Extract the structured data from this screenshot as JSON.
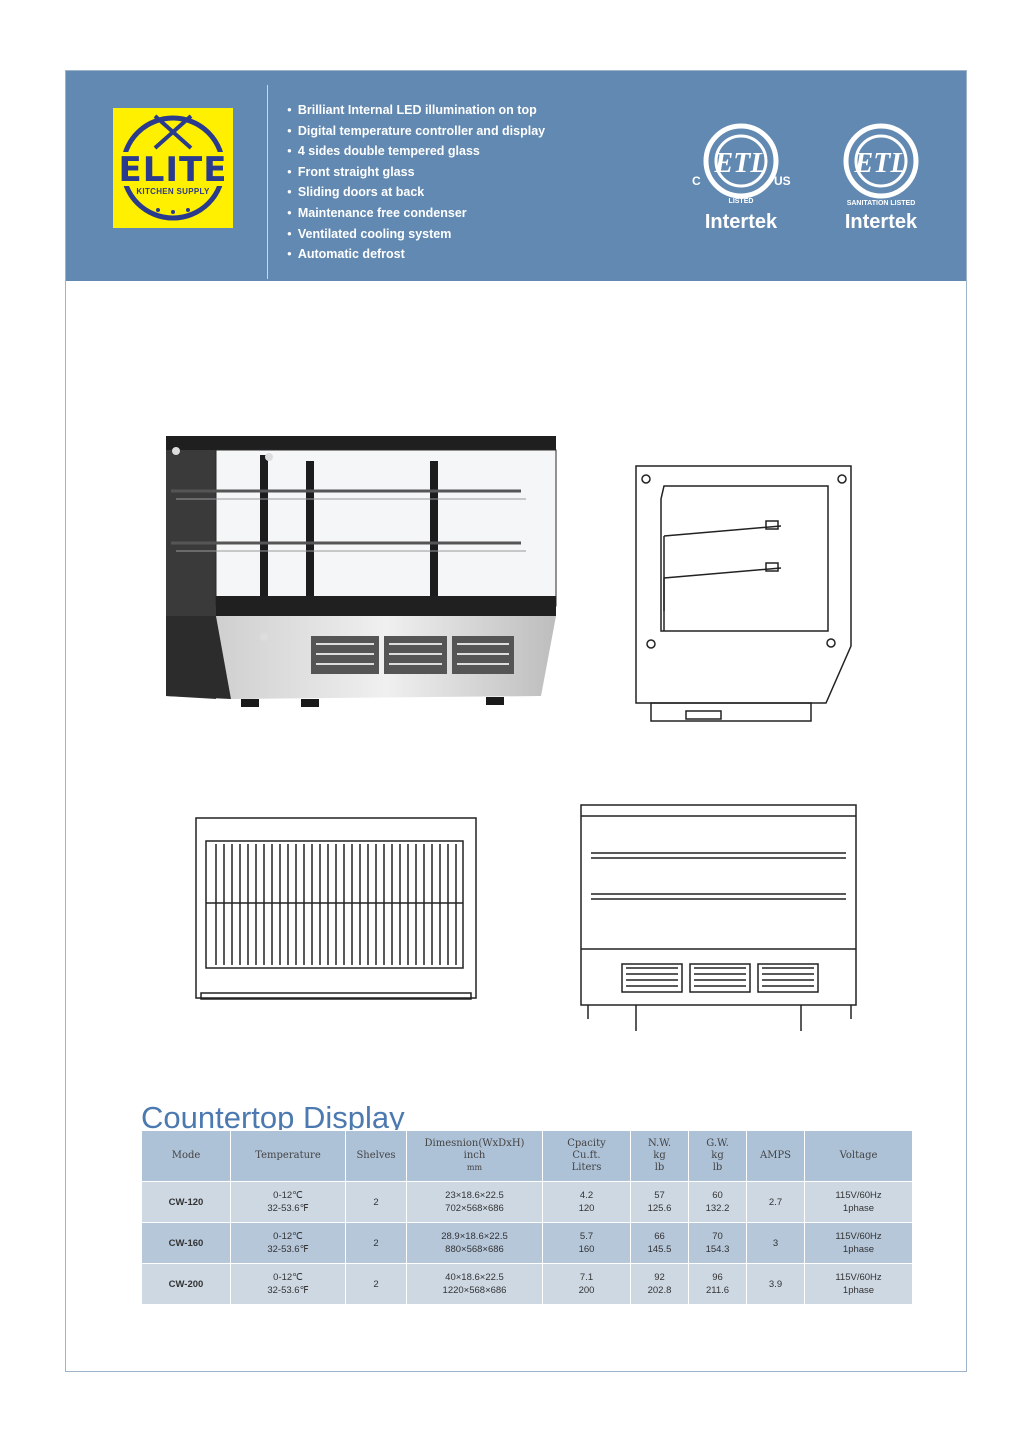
{
  "brand": {
    "name": "ELITE",
    "tagline": "KITCHEN SUPPLY",
    "colors": {
      "logo_bg": "#fff000",
      "logo_ink": "#2a3a8c",
      "banner": "#6289b1"
    }
  },
  "features": [
    "Brilliant Internal LED illumination on top",
    "Digital temperature controller and display",
    "4 sides double tempered glass",
    "Front straight glass",
    "Sliding doors at back",
    "Maintenance free condenser",
    "Ventilated cooling system",
    "Automatic defrost"
  ],
  "certifications": [
    {
      "mark": "ETL",
      "left": "C",
      "right": "US",
      "ring": "LISTED",
      "brand": "Intertek",
      "icon": "etl-listed-icon"
    },
    {
      "mark": "ETL",
      "ring": "SANITATION LISTED",
      "brand": "Intertek",
      "icon": "etl-sanitation-icon"
    }
  ],
  "section_title": "Countertop Display",
  "spec_table": {
    "headers": [
      [
        "Mode"
      ],
      [
        "Temperature"
      ],
      [
        "Shelves"
      ],
      [
        "Dimesnion(WxDxH)",
        "inch",
        "mm"
      ],
      [
        "Cpacity",
        "Cu.ft.",
        "Liters"
      ],
      [
        "N.W.",
        "kg",
        "lb"
      ],
      [
        "G.W.",
        "kg",
        "lb"
      ],
      [
        "AMPS"
      ],
      [
        "Voltage"
      ]
    ],
    "rows": [
      {
        "model": "CW-120",
        "temperature": [
          "0-12℃",
          "32-53.6℉"
        ],
        "shelves": "2",
        "dimension": [
          "23×18.6×22.5",
          "702×568×686"
        ],
        "capacity": [
          "4.2",
          "120"
        ],
        "nw": [
          "57",
          "125.6"
        ],
        "gw": [
          "60",
          "132.2"
        ],
        "amps": "2.7",
        "voltage": [
          "115V/60Hz",
          "1phase"
        ]
      },
      {
        "model": "CW-160",
        "temperature": [
          "0-12℃",
          "32-53.6℉"
        ],
        "shelves": "2",
        "dimension": [
          "28.9×18.6×22.5",
          "880×568×686"
        ],
        "capacity": [
          "5.7",
          "160"
        ],
        "nw": [
          "66",
          "145.5"
        ],
        "gw": [
          "70",
          "154.3"
        ],
        "amps": "3",
        "voltage": [
          "115V/60Hz",
          "1phase"
        ]
      },
      {
        "model": "CW-200",
        "temperature": [
          "0-12℃",
          "32-53.6℉"
        ],
        "shelves": "2",
        "dimension": [
          "40×18.6×22.5",
          "1220×568×686"
        ],
        "capacity": [
          "7.1",
          "200"
        ],
        "nw": [
          "92",
          "202.8"
        ],
        "gw": [
          "96",
          "211.6"
        ],
        "amps": "3.9",
        "voltage": [
          "115V/60Hz",
          "1phase"
        ]
      }
    ]
  }
}
